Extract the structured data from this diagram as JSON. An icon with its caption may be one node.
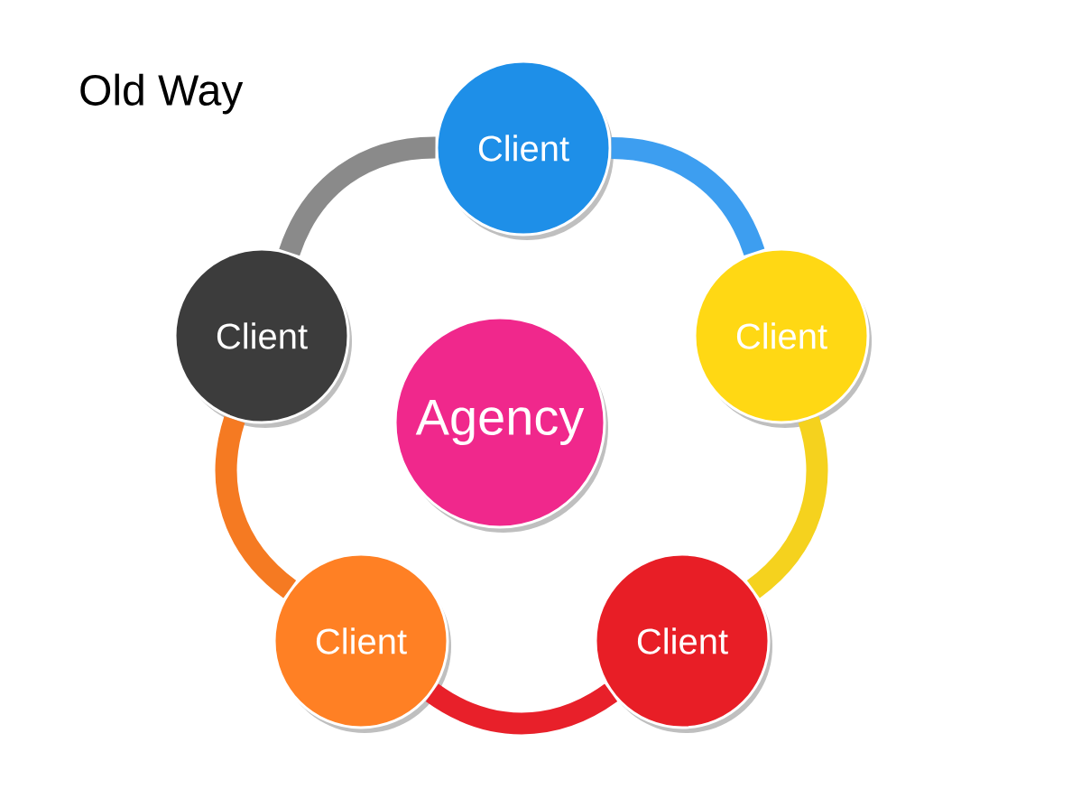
{
  "diagram": {
    "title": "Old Way",
    "nodes": [
      {
        "text": [
          "Client"
        ]
      },
      {
        "text": [
          "Client"
        ]
      },
      {
        "text": [
          "Client"
        ]
      },
      {
        "text": [
          "Agency"
        ]
      },
      {
        "text": [
          "Client"
        ]
      },
      {
        "text": [
          "Client"
        ]
      }
    ],
    "edges": [
      {
        "from": 0,
        "to": 2,
        "arrow": "none",
        "color": "#3d9ef0"
      },
      {
        "from": 2,
        "to": 5,
        "arrow": "none",
        "color": "#f5d21e"
      },
      {
        "from": 5,
        "to": 4,
        "arrow": "none",
        "color": "#e8202a"
      },
      {
        "from": 4,
        "to": 1,
        "arrow": "none",
        "color": "#f57a22"
      },
      {
        "from": 1,
        "to": 0,
        "arrow": "none",
        "color": "#8a8a8a"
      }
    ]
  }
}
